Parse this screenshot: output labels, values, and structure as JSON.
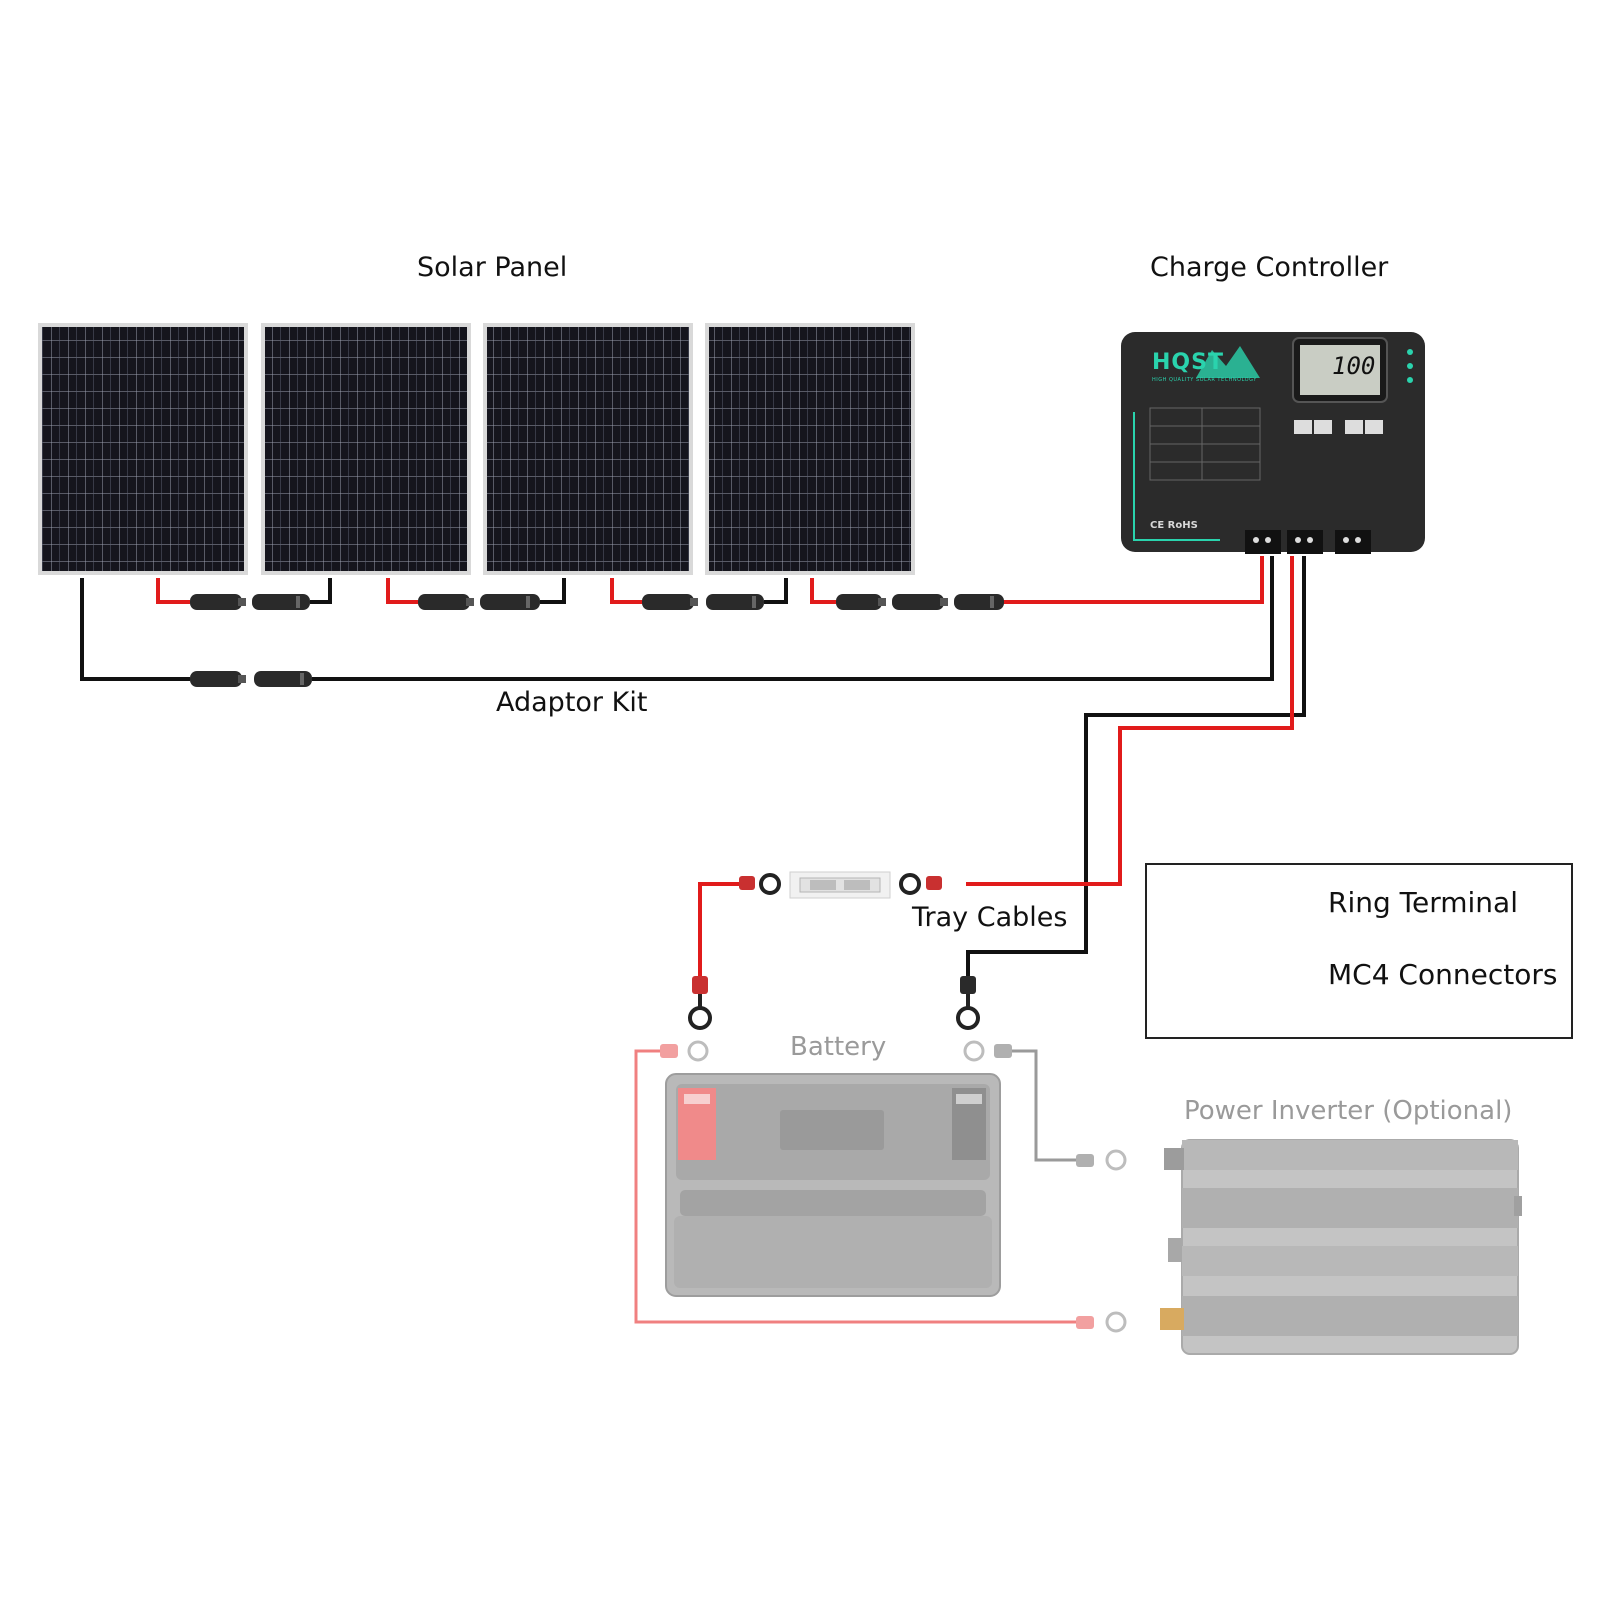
{
  "labels": {
    "solar_panel": "Solar Panel",
    "charge_controller": "Charge Controller",
    "adaptor_kit": "Adaptor Kit",
    "tray_cables": "Tray Cables",
    "battery": "Battery",
    "power_inverter": "Power Inverter (Optional)"
  },
  "legend": {
    "ring_terminal": "Ring Terminal",
    "mc4_connectors": "MC4 Connectors"
  },
  "controller": {
    "brand": "HQST",
    "tagline": "HIGH QUALITY SOLAR TECHNOLOGY",
    "display_value": "100",
    "certification": "CE RoHS"
  },
  "colors": {
    "positive_wire": "#e11b1b",
    "negative_wire": "#111111",
    "faded_positive": "#f08080",
    "faded_negative": "#8a8a8a",
    "controller_body": "#2b2b2b",
    "accent": "#2ad3ad"
  },
  "icons": [
    "ring-terminal-icon",
    "mc4-connector-icon",
    "fuse-icon"
  ]
}
